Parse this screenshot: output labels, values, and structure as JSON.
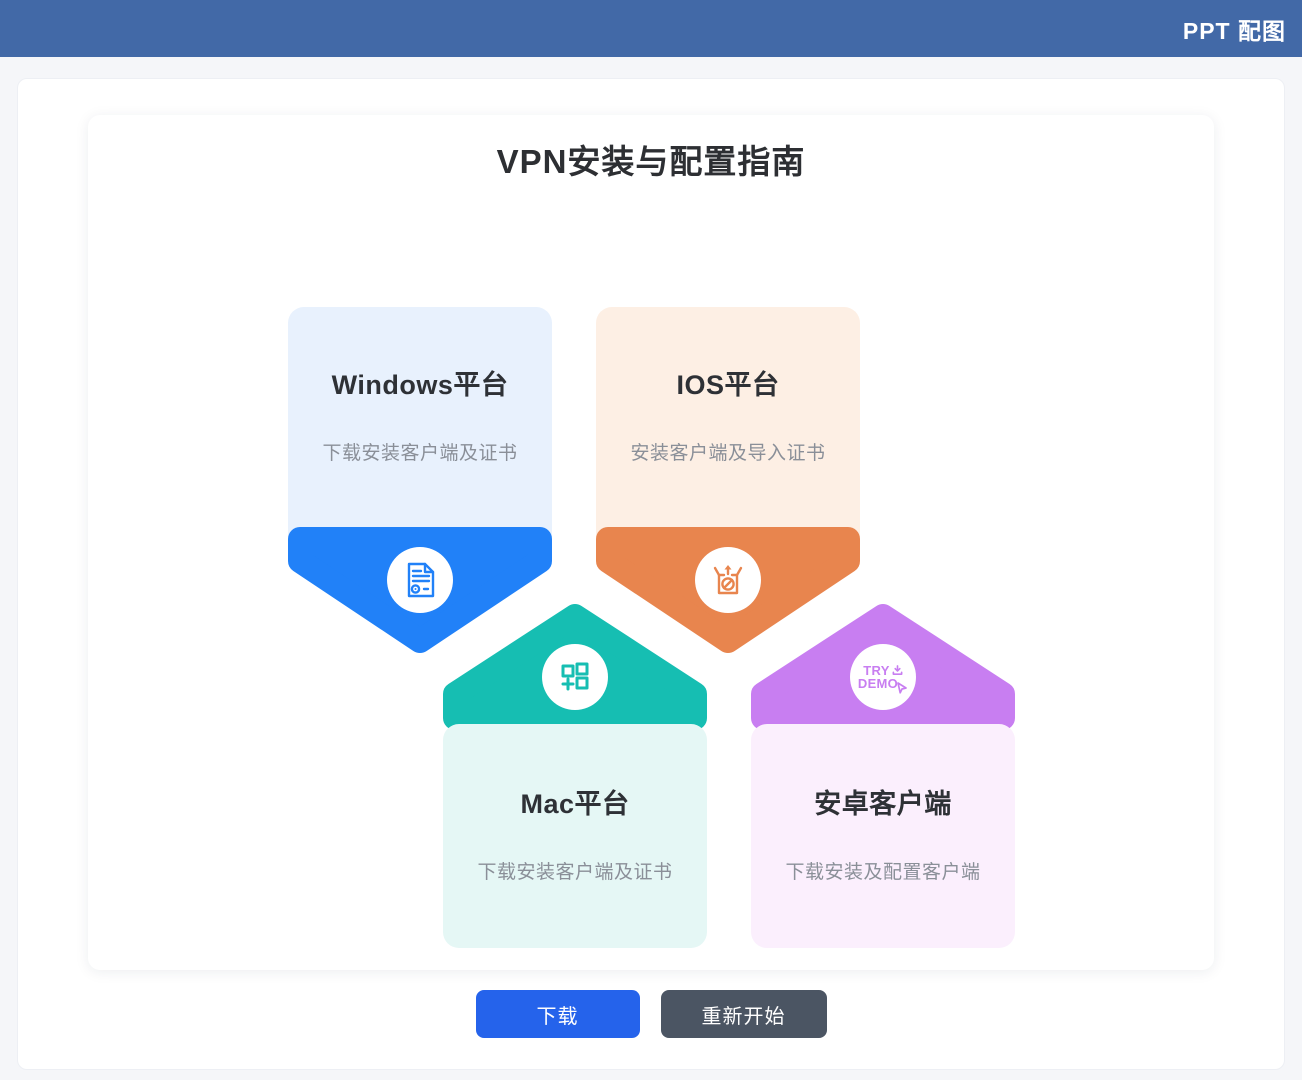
{
  "header": {
    "title": "PPT 配图",
    "bg": "#4269a7"
  },
  "diagram": {
    "title": "VPN安装与配置指南",
    "platforms": [
      {
        "title": "Windows平台",
        "desc": "下载安装客户端及证书",
        "icon": "certificate-document-icon",
        "accent": "#2181f8",
        "bg": "#e8f1fd",
        "arrow": "down"
      },
      {
        "title": "IOS平台",
        "desc": "安装客户端及导入证书",
        "icon": "unbox-disc-icon",
        "accent": "#e8854e",
        "bg": "#fdefe4",
        "arrow": "down"
      },
      {
        "title": "Mac平台",
        "desc": "下载安装客户端及证书",
        "icon": "widgets-add-icon",
        "accent": "#16beb2",
        "bg": "#e5f7f5",
        "arrow": "up"
      },
      {
        "title": "安卓客户端",
        "desc": "下载安装及配置客户端",
        "icon": "try-demo-icon",
        "accent": "#c87ef1",
        "bg": "#fbeffd",
        "arrow": "up",
        "badge": {
          "line1": "TRY",
          "line2": "DEMO"
        }
      }
    ]
  },
  "actions": {
    "download": "下载",
    "restart": "重新开始",
    "download_bg": "#2563eb",
    "restart_bg": "#4b5563"
  }
}
